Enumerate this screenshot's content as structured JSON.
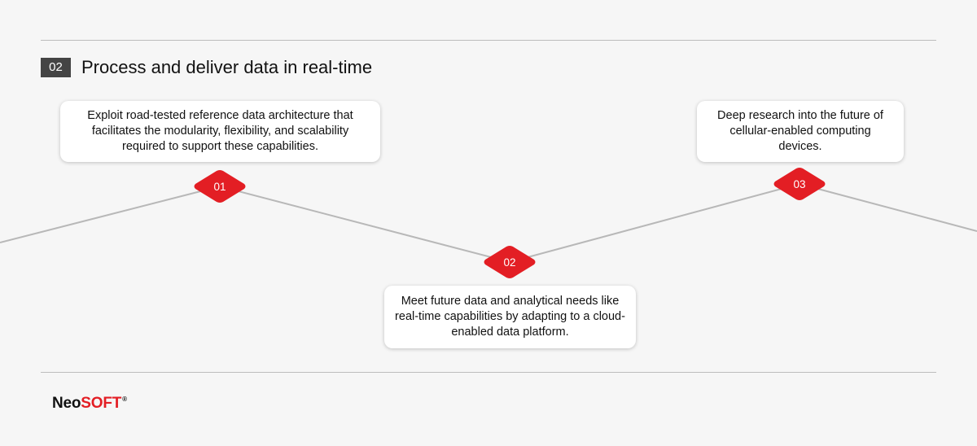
{
  "header": {
    "section_number": "02",
    "title": "Process and deliver data in real-time"
  },
  "steps": [
    {
      "number": "01",
      "text": "Exploit road-tested reference data architecture that facilitates the modularity, flexibility, and scalability required to support these capabilities."
    },
    {
      "number": "02",
      "text": "Meet future data and analytical needs like real-time capabilities by adapting to a cloud-enabled data platform."
    },
    {
      "number": "03",
      "text": "Deep research into the future of cellular-enabled computing devices."
    }
  ],
  "brand": {
    "part1": "Neo",
    "part2": "SOFT",
    "mark": "®"
  },
  "colors": {
    "accent": "#e31e24",
    "line": "#b8b8b8",
    "text": "#111111",
    "badge": "#444444"
  }
}
